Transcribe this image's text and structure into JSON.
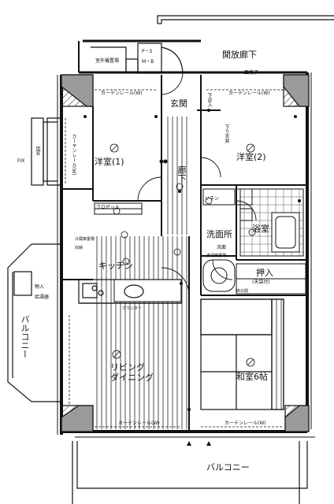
{
  "labels": {
    "open_corridor": "開放廊下",
    "lattice": "面格子",
    "outdoor_unit": "室外機置場",
    "ps": "P・S",
    "mb": "M・B",
    "curtain_rail": "カーテンレール(W)",
    "curtain_rail_tall": "カーテンレール(W)",
    "entrance": "玄関",
    "shoe_box": "下足入",
    "lowered_ceiling": "下り天井",
    "western_room_1": "洋室(1)",
    "western_room_2": "洋室(2)",
    "hallway": "廊下",
    "bay_window": "出窓",
    "fix": "FIX",
    "closet": "クロゼット",
    "linen": "リネン",
    "washroom": "洗面所",
    "washbasin": "洗面",
    "washing_machine": "洗濯機置場",
    "bathroom": "浴室",
    "fridge": "冷蔵庫置場",
    "pantry": "収納",
    "kitchen": "キッチン",
    "counter": "カウンター",
    "closet_oshiire": "押入",
    "tenbukuro": "(天袋付)",
    "floor_board": "床の間",
    "storage_left": "物入",
    "storage_left2": "給湯器",
    "balcony_side": "バルコニー",
    "living_dining": "リビング ダイニング",
    "japanese_room": "和室6帖",
    "balcony": "バルコニー"
  },
  "colors": {
    "ink": "#111111",
    "paper": "#ffffff",
    "hatch": "#444444",
    "wall_fill": "#9a9a9a"
  }
}
